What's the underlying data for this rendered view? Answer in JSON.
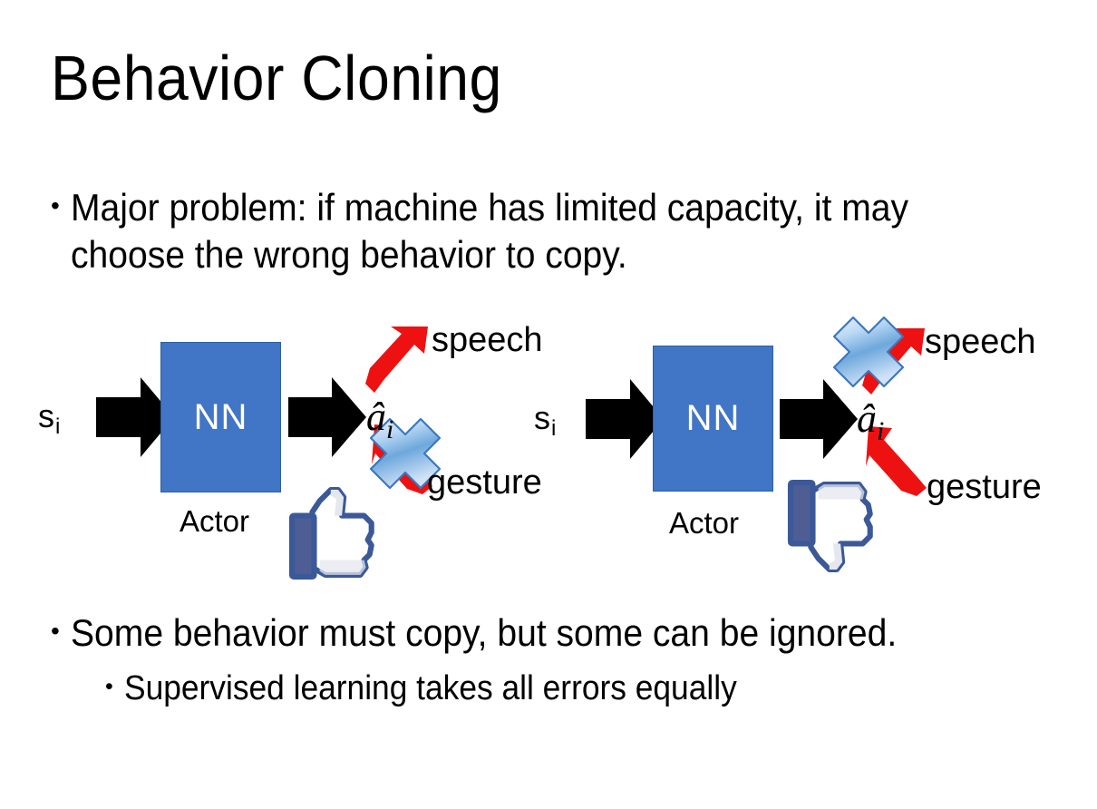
{
  "slide": {
    "title": "Behavior Cloning",
    "background_color": "#FFFFFF",
    "text_color": "#000000"
  },
  "bullets": {
    "bullet_marker": "•",
    "problem": "Major problem: if machine has limited capacity, it may choose the wrong behavior to copy.",
    "some_behavior": "Some behavior must copy, but some can be ignored.",
    "supervised": "Supervised learning takes all errors equally"
  },
  "colors": {
    "nn_box_fill": "#4175C5",
    "nn_box_stroke": "#2E5FA3",
    "arrow_black": "#000000",
    "arrow_red": "#EE1111",
    "cross_blue_light": "#BFD7F2",
    "cross_blue_mid": "#6FA8DC",
    "cross_blue_dark": "#2E75B6",
    "thumb_navy": "#3B5998",
    "thumb_fill": "#FFFFFF",
    "thumb_shade": "#E4E7EE"
  },
  "diagram_left": {
    "state_label": "s",
    "state_subscript": "i",
    "nn_label": "NN",
    "actor_label": "Actor",
    "action_label": "â",
    "action_subscript": "i",
    "output_top": "speech",
    "output_bottom": "gesture",
    "crossed_output": "gesture",
    "feedback_icon": "thumbs-up-icon",
    "input_arrow_icon": "block-arrow-right-icon",
    "output_arrow_icon": "block-arrow-right-icon",
    "top_branch_icon": "double-headed-arrow-icon",
    "bottom_branch_icon": "double-headed-arrow-icon",
    "cross_icon": "blue-cross-icon"
  },
  "diagram_right": {
    "state_label": "s",
    "state_subscript": "i",
    "nn_label": "NN",
    "actor_label": "Actor",
    "action_label": "â",
    "action_subscript": "i",
    "output_top": "speech",
    "output_bottom": "gesture",
    "crossed_output": "speech",
    "feedback_icon": "thumbs-down-icon",
    "input_arrow_icon": "block-arrow-right-icon",
    "output_arrow_icon": "block-arrow-right-icon",
    "top_branch_icon": "double-headed-arrow-icon",
    "bottom_branch_icon": "double-headed-arrow-icon",
    "cross_icon": "blue-cross-icon"
  }
}
